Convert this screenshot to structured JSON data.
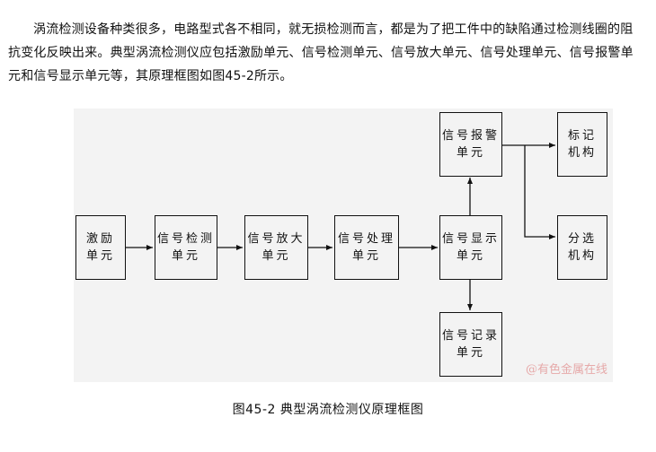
{
  "paragraph": "涡流检测设备种类很多，电路型式各不相同，就无损检测而言，都是为了把工件中的缺陷通过检测线圈的阻抗变化反映出来。典型涡流检测仪应包括激励单元、信号检测单元、信号放大单元、信号处理单元、信号报警单元和信号显示单元等，其原理框图如图45-2所示。",
  "diagram": {
    "boxes": {
      "excitation": [
        "激励",
        "单元"
      ],
      "detection": [
        "信号检测",
        "单元"
      ],
      "amplification": [
        "信号放大",
        "单元"
      ],
      "processing": [
        "信号处理",
        "单元"
      ],
      "display": [
        "信号显示",
        "单元"
      ],
      "alarm": [
        "信号报警",
        "单元"
      ],
      "record": [
        "信号记录",
        "单元"
      ],
      "marking": [
        "标记",
        "机构"
      ],
      "sorting": [
        "分选",
        "机构"
      ]
    },
    "watermark": "@有色金属在线"
  },
  "caption": "图45-2  典型涡流检测仪原理框图"
}
